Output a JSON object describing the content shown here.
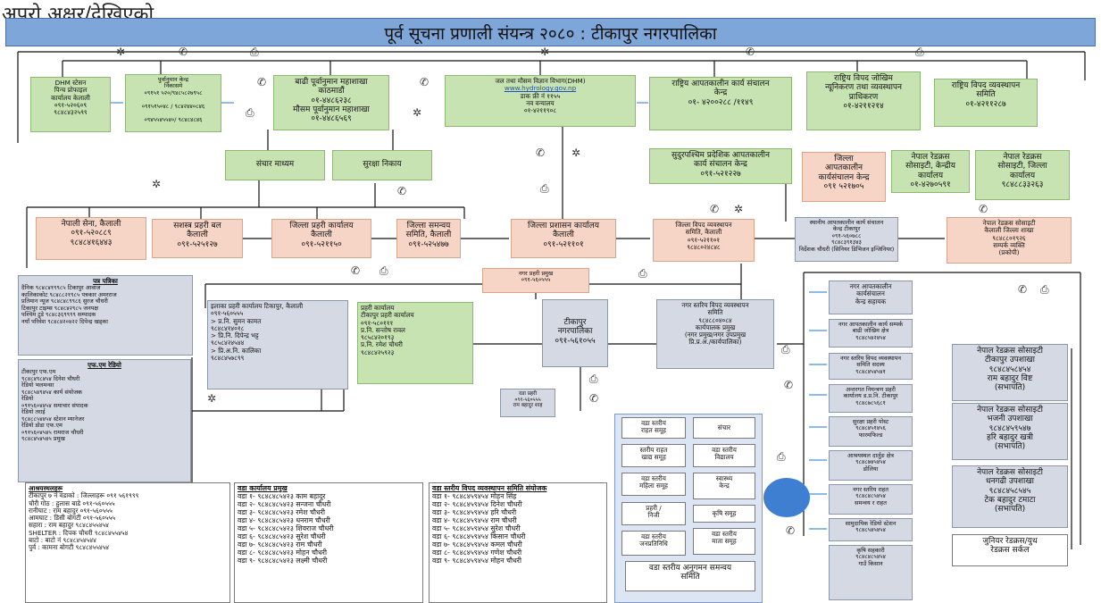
{
  "top_fragment": "अपुरो अक्षर/देखिएको",
  "title": "पूर्व सूचना प्रणाली संयन्त्र २०८० : टीकापुर नगरपालिका",
  "boxes": {
    "dhm_station": "DHM स्टेसन\nपिन्च प्रोफाइल\nकार्यालय केलाली\n०९१-५२०६०९\n९८४८४३२५९९",
    "flood_center": "पुर्वानुमान केन्द्र\nनिकासमे\n०९१५१ ५२०/९४८५८२७९५८\n\n०९१५१५०४८ / ९८४२४४०८४६\n\n०९४५५४५५४०/ ९८४८४८४६",
    "forecast_div": "बाढी पूर्वानुमान महाशाखा\nकाठमाडौं\n०१-४४८६२३८\nमौसम पूर्वानुमान महाशाखा\n०१-४४८६५६९",
    "dhm": "जल तथा मौसम विज्ञान विभाग(DHM)",
    "dhm_url": "www.hydrology.gov.np",
    "dhm_tollfree": "डाक फ्री नं ११५५",
    "dhm_line2": "नव वन्यालय",
    "dhm_phone": "०१-४२११९०८",
    "national_eoc": "राष्ट्रिय आपतकालीन कार्य संचालन\nकेन्द्र\n०१- ४२००२८८ /११४९",
    "ndrrma": "राष्ट्रिय विपद जोखिम\nन्यूनिकरण तथा व्यवस्थापन\nप्राधिकरण\n०१-४२११२१४",
    "national_disaster_committee": "राष्ट्रिय विपद व्यवस्थापन\nसमिति\n०१-४२११२८७",
    "communication": "संचार माध्यम",
    "security_agencies": "सुरक्षा निकाय",
    "province_eoc": "सुदुरपश्चिम प्रदेशिक आपतकालीन\nकार्य संचालन केन्द्र\n०९१-५२१२२७",
    "district_eoc": "जिल्ला\nआपतकालीन\nकार्यसंचालन केन्द्र\n०९१ ५२१७०५",
    "redcross_center": "नेपाल रेडक्रस\nसोसाइटी, केन्द्रीय\nकार्यालय\n०१-४२७०५९१",
    "redcross_district": "नेपाल रेडक्रस\nसोसाइटी, जिल्ला\nकार्यालय\n९८४८८३३२६३",
    "nepali_army": "नेपाली सेना, कैलाली\n०९१-५२०८८९\n९८४८४१६४४३",
    "armed_police": "सशस्त्र प्रहरी बल\nकैलाली\n०९१-५२५१२७",
    "district_police": "जिल्ला प्रहरी कार्यालय\nकैलाली\n०९१-५२११५०",
    "district_coord_committee": "जिल्ला समन्वय\nसमिति, कैलाली\n०९१-५२५४७७",
    "district_admin": "जिल्ला प्रशासन कार्यालय\nकैलाली\n०९१-५२११०१",
    "district_dmc": "जिल्ला विपद व्यवस्थापन\nसमिति, कैलाली\n०९१-५२११०१\n९८४८०२४८४८",
    "local_eoc": "स्थानीय आपतकालीन कार्य संचालन\nकेन्द्र टीकापुर\n०९१-५६०७८८\n९८४८३९१३४३\nनिर्देशक चौधरी (सिनियर डिभिजन इन्जिनियर)",
    "redcross_branch": "नेपाल रेडक्रस सोसाइटी\nकैलाली जिल्ला शाखा\n९८४८८०१९२६\nसम्पर्क व्यक्ति\n(प्रकोपी)",
    "media_head": "पत्र पत्रिका",
    "media_body": "दैनिक ९८४८४१९९८५ टिकापुर आवाज\nकालिकाकोट ९८४८८२१९८५ पत्रकार अमरराज\nप्रतिमान न्यूज ९८४८४८९९८६ सुरज चौधरी\nटिकापुर टाइम्स ९८४८४२९८५ जनपक्ष\nपश्चिम टुडे ९८४८३६९९९९ सम्पादक\nनयाँ परिवेश ९८४८४२०४२२ दिपेन्द्र खड्का",
    "fm_head": "एफ.एम रेडियो",
    "fm_body": "टीकापुर एफ.एम\n९८४८४९८४५४ दिनेश चौधरी\nरेडियो भलमन्सा\n९८४८५४९४५४ कार्य संयोजक\nरेडियो\n०९१५६०४४५४ समाचार संपादक\nरेडियो तराई\n९८४८८५४४५४ स्टेशन म्यानेजर\nरेडियो डोडा एफ.एम\n०९१५६०४५४५ रामराज चौधरी\n९८४८४५४५४५ प्रमुख",
    "police_area": "इलाका प्रहरी कार्यालय टिकापुर, कैलाली\n०९१-५६०५५५\n> प्र.नि. सुमन कामत\n९८४८४१४०१८\n> प्रि.नि. दिपेन्द्र भट्ट\n९८५८४२४५४४\n> प्रि.अ.नि. कालिका\n९८४८४५७८९९",
    "police_dept": "प्रहरी कार्यालय\nटीकापुर प्रहरी कार्यालय\n०९१-५८०१११\nप्र.नि. सन्तोष रावल\n९८५८४२०१९३\nप्र.नि. रमेश चौधरी\n९८४८४२५९२३",
    "town_police": "नगर प्रहरी प्रमुख\n०९१-५६०५५५",
    "tikapur_mun": "टीकापुर नगरपालिका\n०९१-५६१०५५",
    "ward_police": "वडा प्रहरी\n०९१-५६०५५५\nराम बहादुर शाह",
    "municipal_dmc": "नगर स्तरिय विपद व्यवस्थापन\nसमिति\n९८४८८०४०८४\nकार्यपालक प्रमुख\n(नगर प्रमुख/नगर उपप्रमुख\nप्रि.प्र.अ./कार्यपालिका)",
    "emergency_team": "नगर आपतकालीन\nकार्यसंचालन\nकेन्द्र सहायक",
    "ward_right": [
      "नगर आपतकालीन कार्य सम्पर्क\nबाढी जोखिम क्षेत्र\n९८४८५४२४५४",
      "नगर स्तरिय विपद व्यवस्थापन\nसमिति सदस्य\n९८४८४५४५४१",
      "अन्तरगत नियन्त्रण प्रहरी\nकार्यालय ड.प्र.नि. टीकापुर\n९८४८७८५६८१",
      "सुरक्षा प्रहरी पोस्ट\n९८४८४५१४५६\nफारमफिल्ड",
      "आश्रयस्थल दार्लुङ क्षेत्र\n९८४८७४५४५४\nडोलिया",
      "नगर स्तरिय राहत\n९८४८४८५४५४\nसमन्वय र राहत",
      "सामुदायिक रेडियो स्टेशन\n९८४८५४५४५४",
      "कृषि सहकारी\n९८४८४८५४५४\nगाउँ किसान"
    ],
    "redcross_tikapur": "नेपाल रेडक्रस सोसाइटी\nटीकापुर उपशाखा\n९८४८४५८४५४\nराम बहादुर विष्ट\n(सभापति)",
    "redcross_bhajani": "नेपाल रेडक्रस सोसाइटी\nभजनी उपशाखा\n९८४८४५९५४७\nहरि बहादुर खत्री\n(सभापति)",
    "redcross_dhangadhi": "नेपाल रेडक्रस सोसाइटी\nधनगढी उपशाखा\n९८४८४५८५४५\nटेक बहादुर टमाटा\n(सभापति)",
    "junior_redcross": "जुनियर रेडक्रस/युथ\nरेडक्रस सर्कल",
    "shelter_head": "आश्रयस्थलहरू",
    "shelter_body": [
      "टीकापुर ७ नं वडाको : जिल्लाहरू ०९१ ५६१९९९",
      "चौरी गोठ : हुलास बाडे ०९१-५६०५५५",
      "रानीघाट : राम बहादुर ०९१-५६०५५५",
      "आमघाट : डिसी बोगटी ०९१-५६०५५५",
      "सहारा : राम बहादुर ९८४८४५५४५४",
      "SHELTER : दिपक चौधरी ९८४८४५५४५४",
      "बाटो : बाटो नं ९८४८४५४५४४",
      "पुर्व : कामना बोगटी ९८४८४५५४५४"
    ],
    "ward_office_head": "वडा कार्यालय प्रमुख",
    "ward_office_body": [
      "वडा १- ९८४८४८५४२३ काम बहादुर",
      "वडा २- ९८४८४८५४२३ सन्जना चौधरी",
      "वडा ३- ९८४८४८५४२३ रमेश चौधरी",
      "वडा ४- ९८४८४८५४२३ धनराम चौधरी",
      "वडा ५- ९८४८४८५४२३ शिवराज चौधरी",
      "वडा ६- ९८४८४८५४२३ सुरेश चौधरी",
      "वडा ७- ९८४८४८५४२३ राम चौधरी",
      "वडा ८- ९८४८४८५४२३ मोहन चौधरी",
      "वडा ९- ९८४८४८५४२३ लक्ष्मी चौधरी"
    ],
    "ward_dmc_head": "वडा स्तरीय विपद व्यवस्थापन समिति संयोजक",
    "ward_dmc_body": [
      "वडा १- ९८४८४५९४५४ मोहन सिंह",
      "वडा २- ९८४८४५९४५४ दिनेश चौधरी",
      "वडा ३- ९८४८४५९४५४ हरि चौधरी",
      "वडा ४- ९८४८४५९४५४ राम चौधरी",
      "वडा ५- ९८४८४५९४५४ सुरेश चौधरी",
      "वडा ६- ९८४८४५९४५४ किसान चौधरी",
      "वडा ७- ९८४८४५९४५४ कमल चौधरी",
      "वडा ८- ९८४८४५९४५४ गणेश चौधरी",
      "वडा ९- ९८४८४५९४५४ मोहन चौधरी"
    ],
    "panel_items": [
      "वडा स्तरीय\nराहत समूह",
      "संचार",
      "स्तरीय राहत\nखाद्य समूह",
      "वडा स्तरीय\nविद्यालय",
      "वडा स्तरीय\nमहिला समूह",
      "स्वास्थ्य\nकेन्द्र",
      "प्रहरी /\nनिजी",
      "कृषि समूह",
      "वडा स्तरीय\nजनप्रतिनिधि",
      "वडा स्तरीय\nमाता समूह"
    ],
    "panel_bottom": "वडा स्तरीय अनुगमन समन्वय\nसमिति"
  }
}
